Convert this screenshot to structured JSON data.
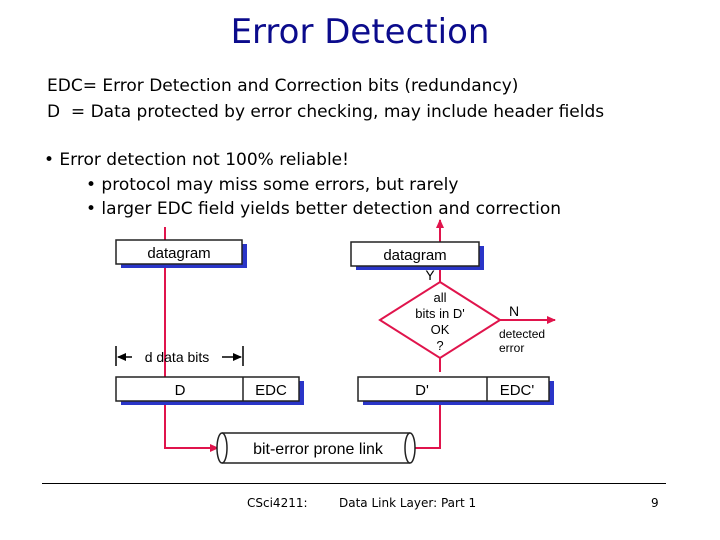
{
  "title": "Error Detection",
  "definitions": [
    {
      "term": "EDC",
      "sep": "= ",
      "text": "Error Detection and Correction bits (redundancy)"
    },
    {
      "term": "D",
      "sep": "  = ",
      "text": "Data protected by error checking, may include header fields"
    }
  ],
  "bullet_main": "• Error detection not 100% reliable!",
  "sub_bullets": [
    "• protocol may miss some errors, but rarely",
    "• larger EDC field yields better detection and correction"
  ],
  "diagram": {
    "sender_datagram": "datagram",
    "receiver_datagram": "datagram",
    "d_bits_label": "d data bits",
    "sender_d": "D",
    "sender_edc": "EDC",
    "receiver_d": "D'",
    "receiver_edc": "EDC'",
    "link_label": "bit-error prone link",
    "decision_lines": [
      "all",
      "bits in D'",
      "OK",
      "?"
    ],
    "yes_label": "Y",
    "no_label": "N",
    "detected_error": [
      "detected",
      "error"
    ],
    "colors": {
      "arrow": "#e0144c",
      "box_shadow": "#2a35c8"
    }
  },
  "footer": {
    "course": "CSci4211:",
    "topic": "Data Link Layer: Part 1",
    "page": "9"
  }
}
